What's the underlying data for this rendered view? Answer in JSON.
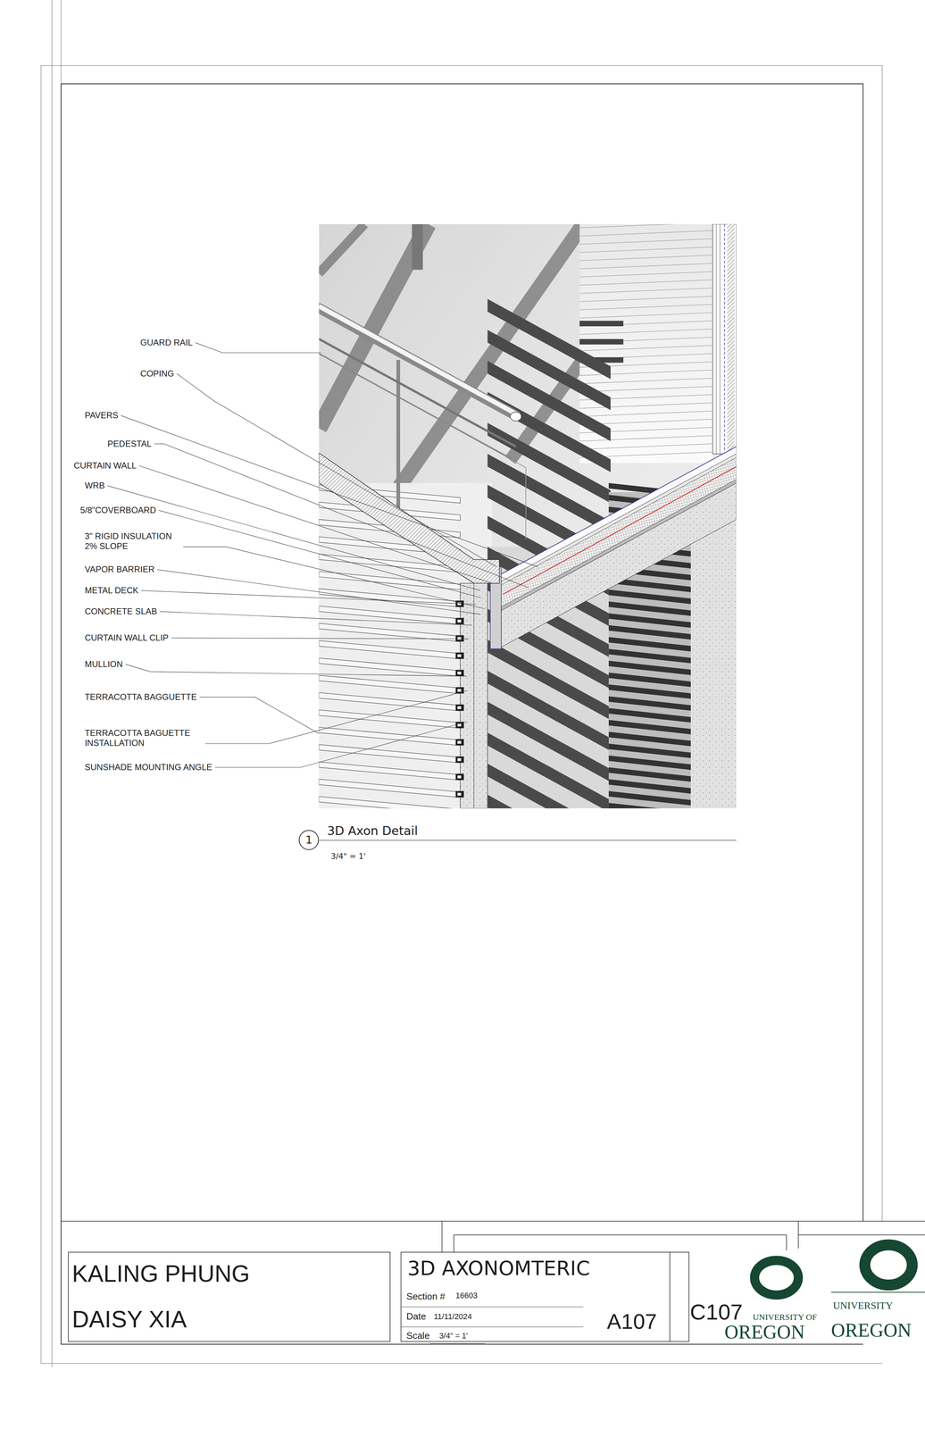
{
  "diagram": {
    "title": "3D AXONOMTERIC",
    "nodes": [
      {
        "text": [
          "1"
        ]
      }
    ],
    "labels": [
      "GUARD RAIL",
      "COPING",
      "PAVERS",
      "PEDESTAL",
      "CURTAIN WALL",
      "WRB",
      "5/8\"COVERBOARD",
      "3\" RIGID INSULATION 2% SLOPE",
      "VAPOR BARRIER",
      "METAL DECK",
      "CONCRETE SLAB",
      "CURTAIN WALL CLIP",
      "MULLION",
      "TERRACOTTA BAGGUETTE",
      "TERRACOTTA BAGUETTE INSTALLATION",
      "SUNSHADE MOUNTING ANGLE",
      "3D Axon Detail",
      "3/4\" = 1'",
      "KALING PHUNG",
      "DAISY XIA",
      "Section #",
      "16603",
      "Date",
      "11/11/2024",
      "Scale",
      "3/4\" = 1'",
      "A107",
      "C107",
      "UNIVERSITY OF",
      "OREGON",
      "UNIVERSITY",
      "OREGON"
    ]
  }
}
